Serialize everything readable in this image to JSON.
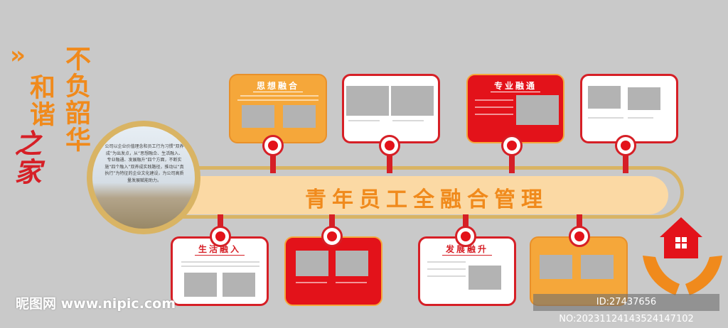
{
  "heading": {
    "chevron": "»",
    "line1": "不负韶华",
    "line2": "和谐",
    "line3": "之家"
  },
  "intro": "公司以企业价值理念和员工行为习惯“双养成”为出发点，从“思想融合、生活融入、专业融通、发展融升”四个方面，不断实施“四个融入”双养成实践路径，推动以“真执行”为特征的企业文化建设，为公司高质量发展赋能助力。",
  "banner": "青年员工全融合管理",
  "cards": [
    {
      "title": "思想融合"
    },
    {
      "title": ""
    },
    {
      "title": "专业融通"
    },
    {
      "title": ""
    },
    {
      "title": "生活融入"
    },
    {
      "title": ""
    },
    {
      "title": "发展融升"
    },
    {
      "title": ""
    }
  ],
  "watermark": {
    "logo": "昵图网 www.nipic.com",
    "id": "ID:27437656 NO:20231124143524147102"
  },
  "colors": {
    "orange": "#f5a73a",
    "red": "#e3121a",
    "gold": "#d9b464",
    "bg": "#c9c9c9"
  }
}
